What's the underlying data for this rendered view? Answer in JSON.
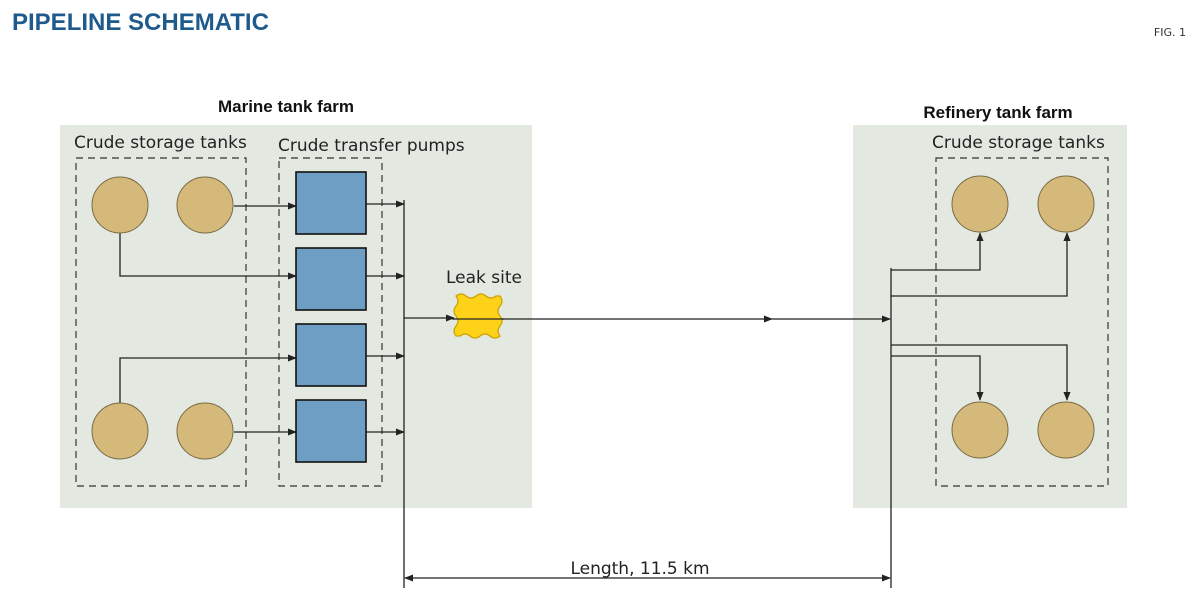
{
  "header": {
    "title": "PIPELINE SCHEMATIC",
    "figure_label": "FIG. 1"
  },
  "marine": {
    "title": "Marine tank farm",
    "storage_label": "Crude storage tanks",
    "pumps_label": "Crude transfer pumps"
  },
  "leak": {
    "label": "Leak site"
  },
  "refinery": {
    "title": "Refinery tank farm",
    "storage_label": "Crude storage tanks"
  },
  "dimension": {
    "label": "Length, 11.5 km"
  },
  "colors": {
    "title_blue": "#1f5a8c",
    "panel": "#e3e9e1",
    "tank": "#d4b97a",
    "pump": "#6f9ec4",
    "leak": "#ffd21a",
    "line": "#222222"
  }
}
